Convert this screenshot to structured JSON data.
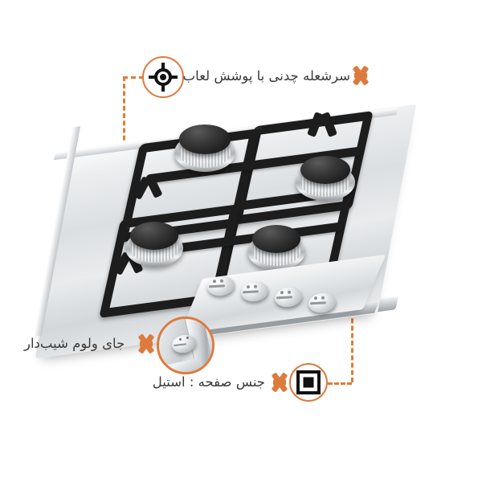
{
  "page": {
    "background_color": "#FFFFFF",
    "accent_color": "#DD7A3D",
    "dot_color": "#ED8B3E",
    "text_color": "#3A3A3A",
    "language": "fa",
    "direction": "rtl"
  },
  "product": {
    "name": "gas-cooktop",
    "surface_material": "stainless-steel",
    "burner_count": 4,
    "knob_count": 4
  },
  "annotations": [
    {
      "id": "burner",
      "label": "سرشعله چدنی با پوشش لعاب",
      "icon": "target-crosshair-icon",
      "marker": "asterisk-marker",
      "connector": "dashed-line"
    },
    {
      "id": "knob-recess",
      "label": "جای ولوم شیب‌دار",
      "icon": "knob-photo-circle",
      "marker": "asterisk-marker",
      "connector": "none"
    },
    {
      "id": "surface",
      "label": "جنس صفحه : استیل",
      "icon": "concentric-squares-icon",
      "marker": "asterisk-marker",
      "connector": "dashed-line"
    }
  ]
}
